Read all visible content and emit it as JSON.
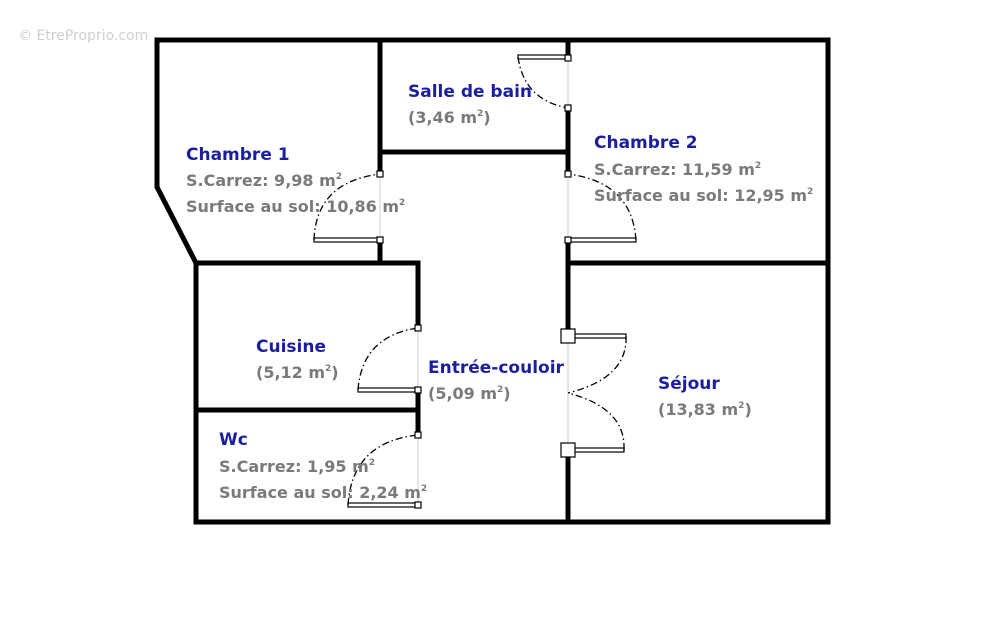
{
  "watermark": "© EtreProprio.com",
  "rooms": {
    "chambre1": {
      "name": "Chambre 1",
      "carrez": "S.Carrez: 9,98 m",
      "sol": "Surface au sol: 10,86 m",
      "sup": "2"
    },
    "salle_de_bain": {
      "name": "Salle de bain",
      "area_open": "(3,46 m",
      "area_close": ")",
      "sup": "2"
    },
    "chambre2": {
      "name": "Chambre 2",
      "carrez": "S.Carrez: 11,59 m",
      "sol": "Surface au sol: 12,95 m",
      "sup": "2"
    },
    "cuisine": {
      "name": "Cuisine",
      "area_open": "(5,12 m",
      "area_close": ")",
      "sup": "2"
    },
    "entree": {
      "name": "Entrée-couloir",
      "area_open": "(5,09 m",
      "area_close": ")",
      "sup": "2"
    },
    "sejour": {
      "name": "Séjour",
      "area_open": "(13,83 m",
      "area_close": ")",
      "sup": "2"
    },
    "wc": {
      "name": "Wc",
      "carrez": "S.Carrez: 1,95 m",
      "sol": "Surface au sol: 2,24 m",
      "sup": "2"
    }
  }
}
